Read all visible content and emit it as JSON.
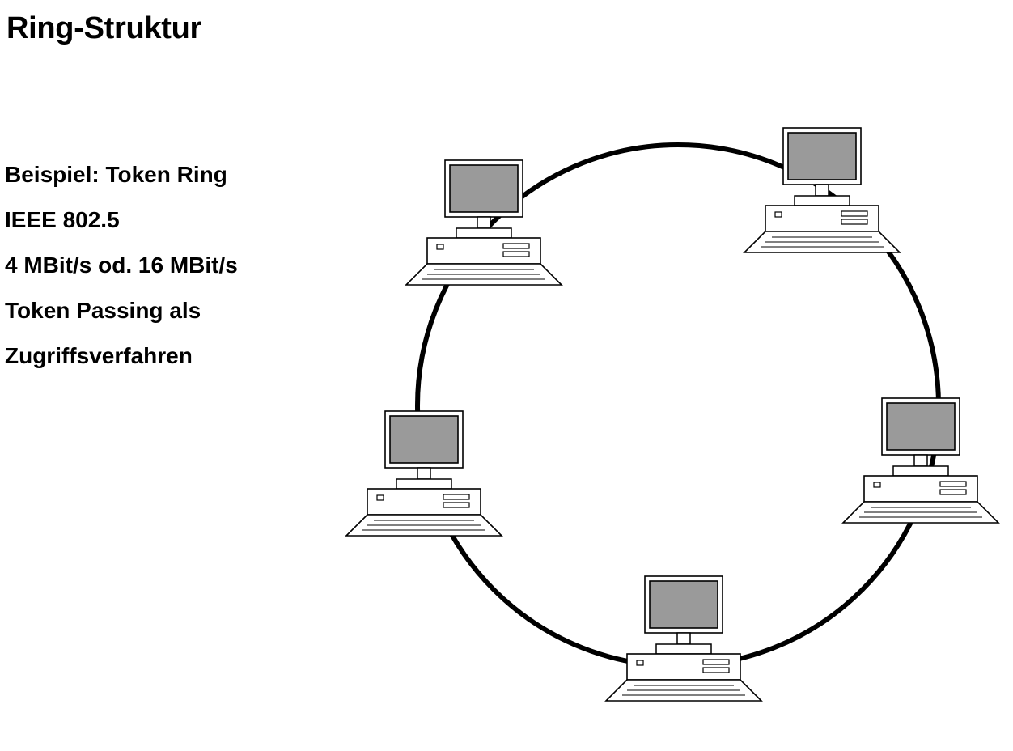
{
  "title": "Ring-Struktur",
  "info_lines": [
    "Beispiel: Token Ring",
    "IEEE 802.5",
    "4 MBit/s od. 16 MBit/s",
    "Token Passing als",
    "Zugriffsverfahren"
  ],
  "diagram": {
    "topology": "ring",
    "node_count": 5,
    "node_icon": "desktop-computer-icon",
    "colors": {
      "ring": "#000000",
      "screen": "#9a9a9a",
      "outline": "#000000",
      "background": "#ffffff"
    }
  }
}
